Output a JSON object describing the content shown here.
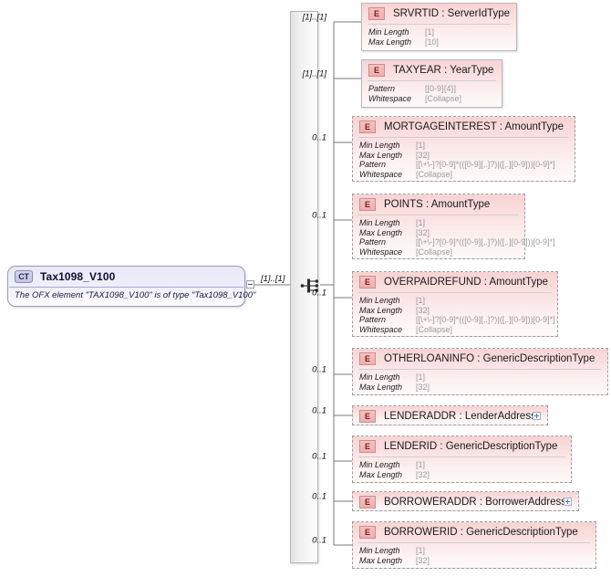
{
  "diagram": {
    "type": "xsd-schema-diagram",
    "root": {
      "badge": "CT",
      "name": "Tax1098_V100",
      "documentation": "The OFX element \"TAX1098_V100\" is of type \"Tax1098_V100\"",
      "occurrence": "[1]..[1]",
      "compositor": "sequence"
    },
    "facet_labels": {
      "min_length": "Min Length",
      "max_length": "Max Length",
      "pattern": "Pattern",
      "whitespace": "Whitespace"
    },
    "elements": [
      {
        "badge": "E",
        "name": "SRVRTID",
        "type": "ServerIdType",
        "title": "SRVRTID : ServerIdType",
        "occurrence": "[1]..[1]",
        "required": true,
        "expandable": false,
        "facets": [
          {
            "label": "Min Length",
            "value": "[1]"
          },
          {
            "label": "Max Length",
            "value": "[10]"
          }
        ]
      },
      {
        "badge": "E",
        "name": "TAXYEAR",
        "type": "YearType",
        "title": "TAXYEAR : YearType",
        "occurrence": "[1]..[1]",
        "required": true,
        "expandable": false,
        "facets": [
          {
            "label": "Pattern",
            "value": "[[0-9]{4}]"
          },
          {
            "label": "Whitespace",
            "value": "[Collapse]"
          }
        ]
      },
      {
        "badge": "E",
        "name": "MORTGAGEINTEREST",
        "type": "AmountType",
        "title": "MORTGAGEINTEREST : AmountType",
        "occurrence": "0..1",
        "required": false,
        "expandable": false,
        "facets": [
          {
            "label": "Min Length",
            "value": "[1]"
          },
          {
            "label": "Max Length",
            "value": "[32]"
          },
          {
            "label": "Pattern",
            "value": "[[\\+\\-]?[0-9]*(([0-9][,.]?)|([,.][0-9]))[0-9]*]"
          },
          {
            "label": "Whitespace",
            "value": "[Collapse]"
          }
        ]
      },
      {
        "badge": "E",
        "name": "POINTS",
        "type": "AmountType",
        "title": "POINTS  : AmountType",
        "occurrence": "0..1",
        "required": false,
        "expandable": false,
        "facets": [
          {
            "label": "Min Length",
            "value": "[1]"
          },
          {
            "label": "Max Length",
            "value": "[32]"
          },
          {
            "label": "Pattern",
            "value": "[[\\+\\-]?[0-9]*(([0-9][,.]?)|([,.][0-9]))[0-9]*]"
          },
          {
            "label": "Whitespace",
            "value": "[Collapse]"
          }
        ]
      },
      {
        "badge": "E",
        "name": "OVERPAIDREFUND",
        "type": "AmountType",
        "title": "OVERPAIDREFUND : AmountType",
        "occurrence": "0..1",
        "required": false,
        "expandable": false,
        "facets": [
          {
            "label": "Min Length",
            "value": "[1]"
          },
          {
            "label": "Max Length",
            "value": "[32]"
          },
          {
            "label": "Pattern",
            "value": "[[\\+\\-]?[0-9]*(([0-9][,.]?)|([,.][0-9]))[0-9]*]"
          },
          {
            "label": "Whitespace",
            "value": "[Collapse]"
          }
        ]
      },
      {
        "badge": "E",
        "name": "OTHERLOANINFO",
        "type": "GenericDescriptionType",
        "title": "OTHERLOANINFO : GenericDescriptionType",
        "occurrence": "0..1",
        "required": false,
        "expandable": false,
        "facets": [
          {
            "label": "Min Length",
            "value": "[1]"
          },
          {
            "label": "Max Length",
            "value": "[32]"
          }
        ]
      },
      {
        "badge": "E",
        "name": "LENDERADDR",
        "type": "LenderAddress",
        "title": "LENDERADDR : LenderAddress",
        "occurrence": "0..1",
        "required": false,
        "expandable": true,
        "facets": []
      },
      {
        "badge": "E",
        "name": "LENDERID",
        "type": "GenericDescriptionType",
        "title": "LENDERID : GenericDescriptionType",
        "occurrence": "0..1",
        "required": false,
        "expandable": false,
        "facets": [
          {
            "label": "Min Length",
            "value": "[1]"
          },
          {
            "label": "Max Length",
            "value": "[32]"
          }
        ]
      },
      {
        "badge": "E",
        "name": "BORROWERADDR",
        "type": "BorrowerAddress",
        "title": "BORROWERADDR : BorrowerAddress",
        "occurrence": "0..1",
        "required": false,
        "expandable": true,
        "facets": []
      },
      {
        "badge": "E",
        "name": "BORROWERID",
        "type": "GenericDescriptionType",
        "title": "BORROWERID : GenericDescriptionType",
        "occurrence": "0..1",
        "required": false,
        "expandable": false,
        "facets": [
          {
            "label": "Min Length",
            "value": "[1]"
          },
          {
            "label": "Max Length",
            "value": "[32]"
          }
        ]
      }
    ],
    "colors": {
      "element_fill": "#f7d3d3",
      "element_badge": "#f0b4b4",
      "root_fill": "#e8e8f8",
      "sequence_fill": "#eeeeee",
      "connector": "#7a7a7a",
      "facet_value": "#9a9a9a"
    }
  }
}
